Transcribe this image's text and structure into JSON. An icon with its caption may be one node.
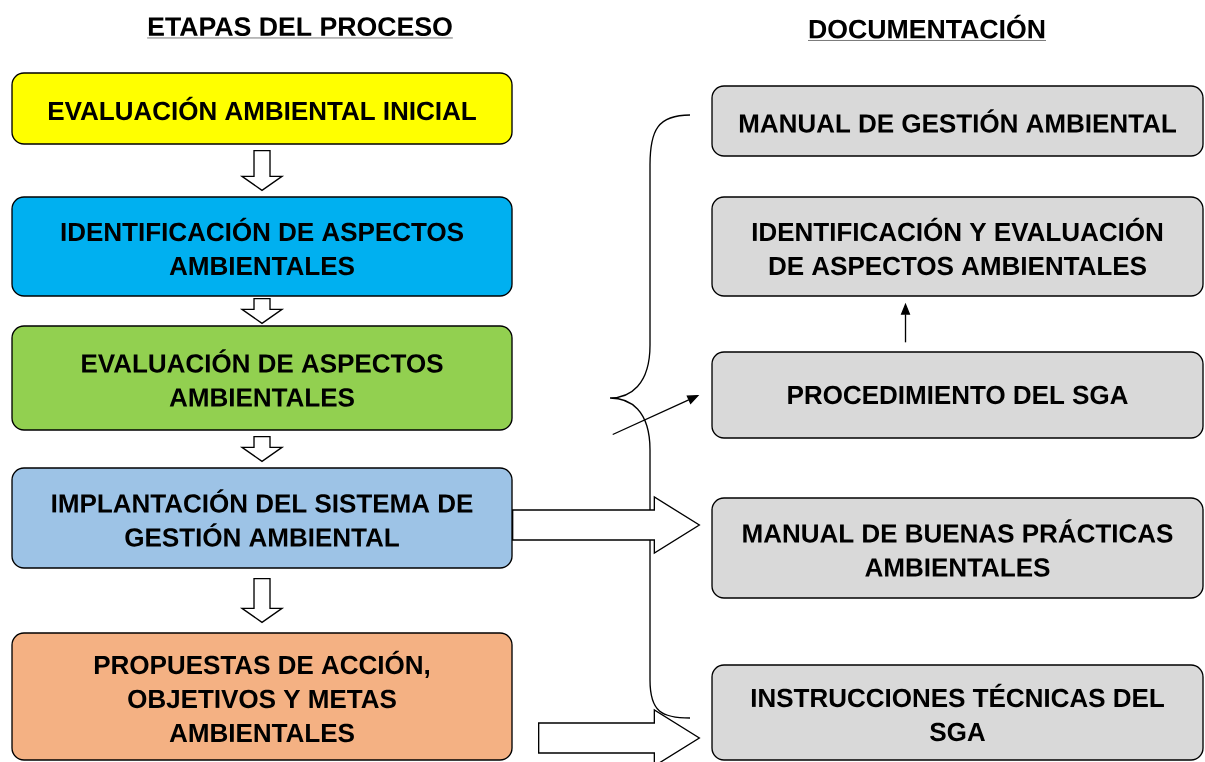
{
  "diagram": {
    "nodes": [
      {
        "text": [
          "EVALUACIÓN AMBIENTAL INICIAL"
        ]
      },
      {
        "text": [
          "IDENTIFICACIÓN DE ASPECTOS AMBIENTALES"
        ]
      },
      {
        "text": [
          "EVALUACIÓN DE ASPECTOS AMBIENTALES"
        ]
      },
      {
        "text": [
          "IMPLANTACIÓN DEL SISTEMA DE GESTIÓN AMBIENTAL"
        ]
      },
      {
        "text": [
          "PROPUESTAS DE ACCIÓN, OBJETIVOS Y METAS AMBIENTALES"
        ]
      },
      {
        "text": [
          "MANUAL DE GESTIÓN AMBIENTAL"
        ]
      },
      {
        "text": [
          "IDENTIFICACIÓN Y EVALUACIÓN DE ASPECTOS AMBIENTALES"
        ]
      },
      {
        "text": [
          "PROCEDIMIENTO DEL SGA"
        ]
      },
      {
        "text": [
          "MANUAL DE BUENAS PRÁCTICAS AMBIENTALES"
        ]
      },
      {
        "text": [
          "INSTRUCCIONES TÉCNICAS DEL SGA"
        ]
      },
      {
        "text": [],
        "shape": "brace"
      }
    ],
    "edges": [
      {
        "from": 0,
        "to": 1,
        "arrow": "to",
        "style": "thick"
      },
      {
        "from": 1,
        "to": 2,
        "arrow": "to",
        "style": "thick"
      },
      {
        "from": 2,
        "to": 3,
        "arrow": "to",
        "style": "thick"
      },
      {
        "from": 3,
        "to": 4,
        "arrow": "to",
        "style": "thick"
      },
      {
        "from": 3,
        "to": 8,
        "arrow": "to",
        "style": "thick"
      },
      {
        "from": 4,
        "to": 9,
        "arrow": "to",
        "style": "thick"
      },
      {
        "from": 10,
        "to": 7,
        "arrow": "to"
      },
      {
        "from": 7,
        "to": 6,
        "arrow": "to"
      }
    ],
    "labels": [
      "ETAPAS DEL PROCESO",
      "DOCUMENTACIÓN"
    ]
  }
}
